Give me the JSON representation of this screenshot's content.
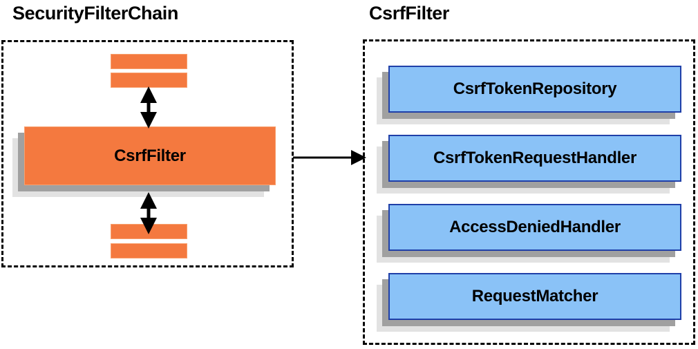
{
  "diagram": {
    "type": "component-relationship-diagram",
    "background_color": "#ffffff",
    "colors": {
      "orange_fill": "#f4793f",
      "orange_border": "#f8a06e",
      "blue_fill": "#8ac2f7",
      "blue_border": "#1f3fa8",
      "shadow_near": "#a0a0a0",
      "shadow_far": "#e2e2e2",
      "outline": "#000000"
    }
  },
  "left_panel": {
    "title": "SecurityFilterChain",
    "border_style": "dashed",
    "main_node": {
      "label": "CsrfFilter"
    },
    "filters_above": [
      {
        "label": ""
      },
      {
        "label": ""
      }
    ],
    "filters_below": [
      {
        "label": ""
      },
      {
        "label": ""
      }
    ],
    "connectors": [
      {
        "name": "above-connector",
        "style": "double-headed-vertical-arrow"
      },
      {
        "name": "below-connector",
        "style": "double-headed-vertical-arrow"
      }
    ]
  },
  "link": {
    "name": "csrffilter-detail-link",
    "style": "single-headed-horizontal-arrow",
    "from": "SecurityFilterChain",
    "to": "CsrfFilter"
  },
  "right_panel": {
    "title": "CsrfFilter",
    "border_style": "dashed",
    "collaborators": [
      {
        "label": "CsrfTokenRepository"
      },
      {
        "label": "CsrfTokenRequestHandler"
      },
      {
        "label": "AccessDeniedHandler"
      },
      {
        "label": "RequestMatcher"
      }
    ]
  }
}
